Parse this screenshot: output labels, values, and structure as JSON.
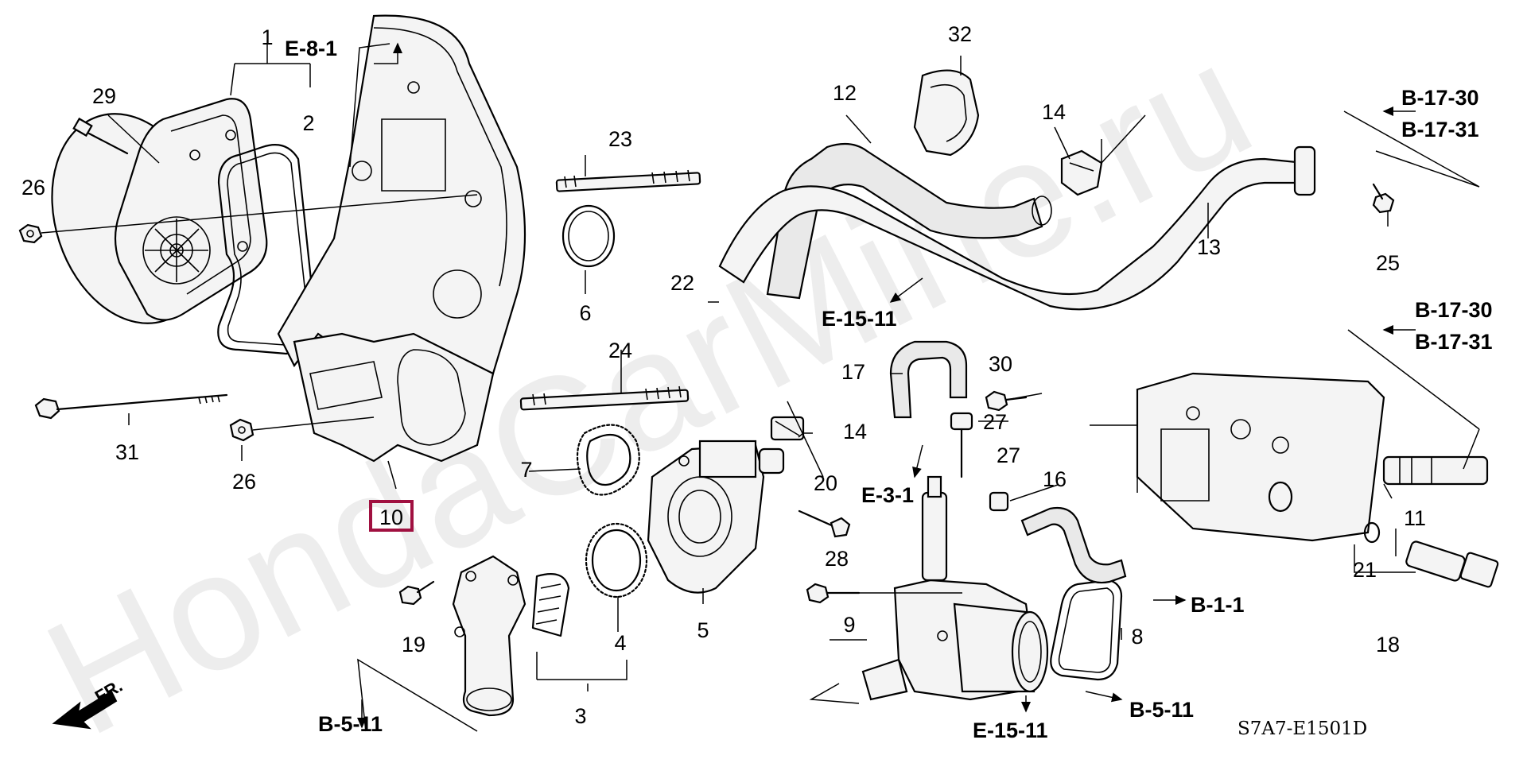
{
  "watermark": "HondaCarMine.ru",
  "diagram_code": "S7A7-E1501D",
  "front_arrow_label": "FR.",
  "part_numbers": {
    "p1": "1",
    "p2": "2",
    "p3": "3",
    "p4": "4",
    "p5": "5",
    "p6": "6",
    "p7": "7",
    "p8": "8",
    "p9": "9",
    "p10": "10",
    "p11": "11",
    "p12": "12",
    "p13": "13",
    "p14a": "14",
    "p14b": "14",
    "p16": "16",
    "p17": "17",
    "p18": "18",
    "p19": "19",
    "p20": "20",
    "p21": "21",
    "p22": "22",
    "p23": "23",
    "p24": "24",
    "p25": "25",
    "p26a": "26",
    "p26b": "26",
    "p27a": "27",
    "p27b": "27",
    "p28": "28",
    "p29": "29",
    "p30": "30",
    "p31": "31",
    "p32": "32"
  },
  "highlighted_part": "10",
  "highlight_color": "#a01040",
  "references": {
    "e81": "E-8-1",
    "b1730a": "B-17-30",
    "b1731a": "B-17-31",
    "b1730b": "B-17-30",
    "b1731b": "B-17-31",
    "e1511a": "E-15-11",
    "e31": "E-3-1",
    "b11": "B-1-1",
    "b511a": "B-5-11",
    "b511b": "B-5-11",
    "e1511b": "E-15-11"
  }
}
